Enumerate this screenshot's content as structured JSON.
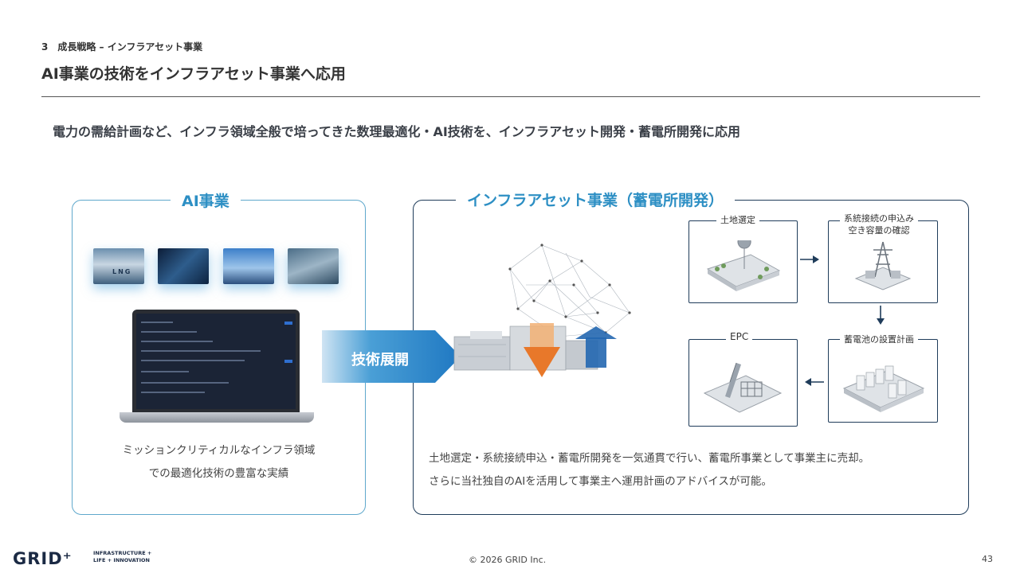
{
  "header": {
    "section_label": "3　成長戦略 – インフラアセット事業",
    "title": "AI事業の技術をインフラアセット事業へ応用"
  },
  "lead": "電力の需給計画など、インフラ領域全般で培ってきた数理最適化・AI技術を、インフラアセット開発・蓄電所開発に応用",
  "ai_section": {
    "title": "AI事業",
    "thumbnail_text": "LNG",
    "caption_line1": "ミッションクリティカルなインフラ領域",
    "caption_line2": "での最適化技術の豊富な実績"
  },
  "arrow_label": "技術展開",
  "infra_section": {
    "title": "インフラアセット事業（蓄電所開発）",
    "steps": [
      {
        "label": "土地選定"
      },
      {
        "label_line1": "系統接続の申込み",
        "label_line2": "空き容量の確認"
      },
      {
        "label": "蓄電池の設置計画"
      },
      {
        "label": "EPC"
      }
    ],
    "caption_line1": "土地選定・系統接続申込・蓄電所開発を一気通貫で行い、蓄電所事業として事業主に売却。",
    "caption_line2": "さらに当社独自のAIを活用して事業主へ運用計画のアドバイスが可能。"
  },
  "footer": {
    "logo": "GRID⁺",
    "tagline_line1": "INFRASTRUCTURE +",
    "tagline_line2": "LIFE + INNOVATION",
    "copyright": "© 2026 GRID Inc.",
    "page_number": "43"
  },
  "colors": {
    "accent_blue": "#2d8fc4",
    "navy": "#1f3c5a",
    "orange": "#e8782a"
  }
}
